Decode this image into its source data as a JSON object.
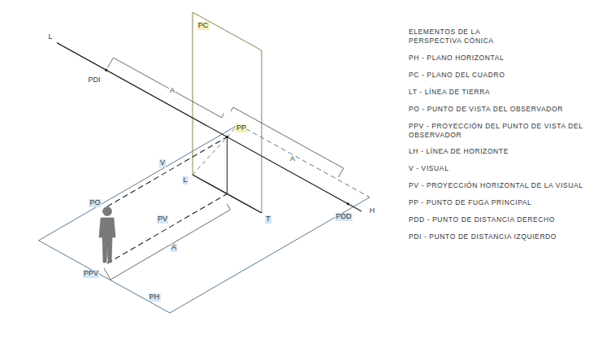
{
  "diagram": {
    "title": "ELEMENTOS DE LA PERSPECTIVA CÓNICA",
    "nodes": [
      {
        "text": [
          "PH"
        ]
      },
      {
        "text": [
          "PC"
        ]
      }
    ],
    "edges": [],
    "labels": [
      "L",
      "PDI",
      "A",
      "PP",
      "A",
      "PDD",
      "H",
      "L",
      "T",
      "PO",
      "V",
      "PV",
      "A",
      "PPV",
      "PH - PLANO HORIZONTAL",
      "PC - PLANO DEL CUADRO",
      "LT - LÍNEA DE TIERRA",
      "PO - PUNTO DE VISTA DEL OBSERVADOR",
      "PPV - PROYECCIÓN DEL PUNTO DE VISTA DEL OBSERVADOR",
      "LH - LÍNEA DE HORIZONTE",
      "V - VISUAL",
      "PV - PROYECCIÓN HORIZONTAL DE LA VISUAL",
      "PP - PUNTO DE FUGA PRINCIPAL",
      "PDD - PUNTO DE DISTANCIA DERECHO",
      "PDI - PUNTO DE DISTANCIA IZQUIERDO"
    ]
  }
}
